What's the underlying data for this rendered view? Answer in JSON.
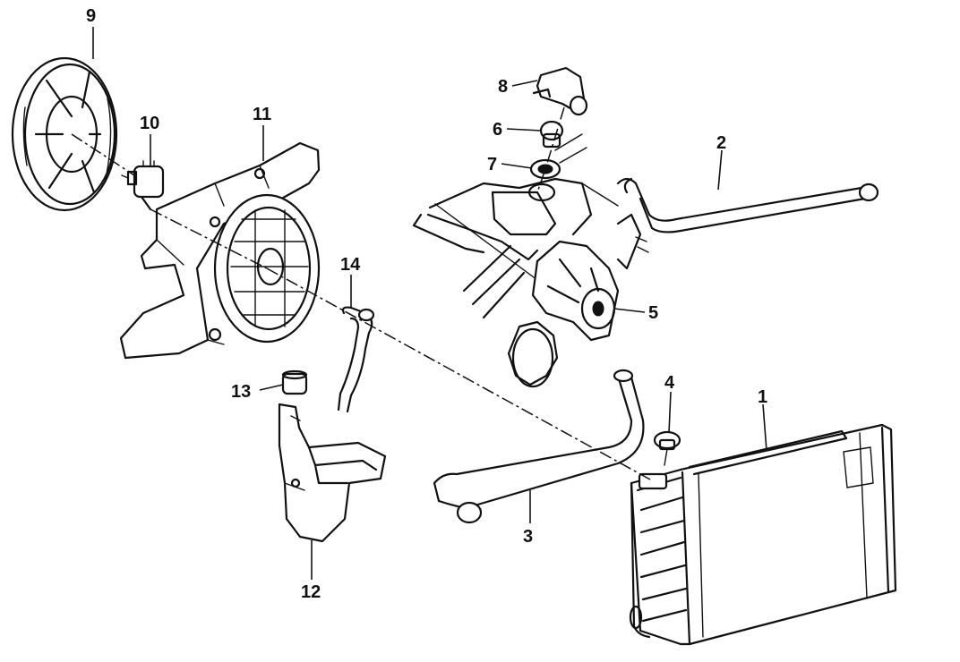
{
  "callouts": [
    {
      "id": "1",
      "label": "1"
    },
    {
      "id": "2",
      "label": "2"
    },
    {
      "id": "3",
      "label": "3"
    },
    {
      "id": "4",
      "label": "4"
    },
    {
      "id": "5",
      "label": "5"
    },
    {
      "id": "6",
      "label": "6"
    },
    {
      "id": "7",
      "label": "7"
    },
    {
      "id": "8",
      "label": "8"
    },
    {
      "id": "9",
      "label": "9"
    },
    {
      "id": "10",
      "label": "10"
    },
    {
      "id": "11",
      "label": "11"
    },
    {
      "id": "12",
      "label": "12"
    },
    {
      "id": "13",
      "label": "13"
    },
    {
      "id": "14",
      "label": "14"
    }
  ],
  "colors": {
    "line": "#111111",
    "background": "#ffffff"
  }
}
